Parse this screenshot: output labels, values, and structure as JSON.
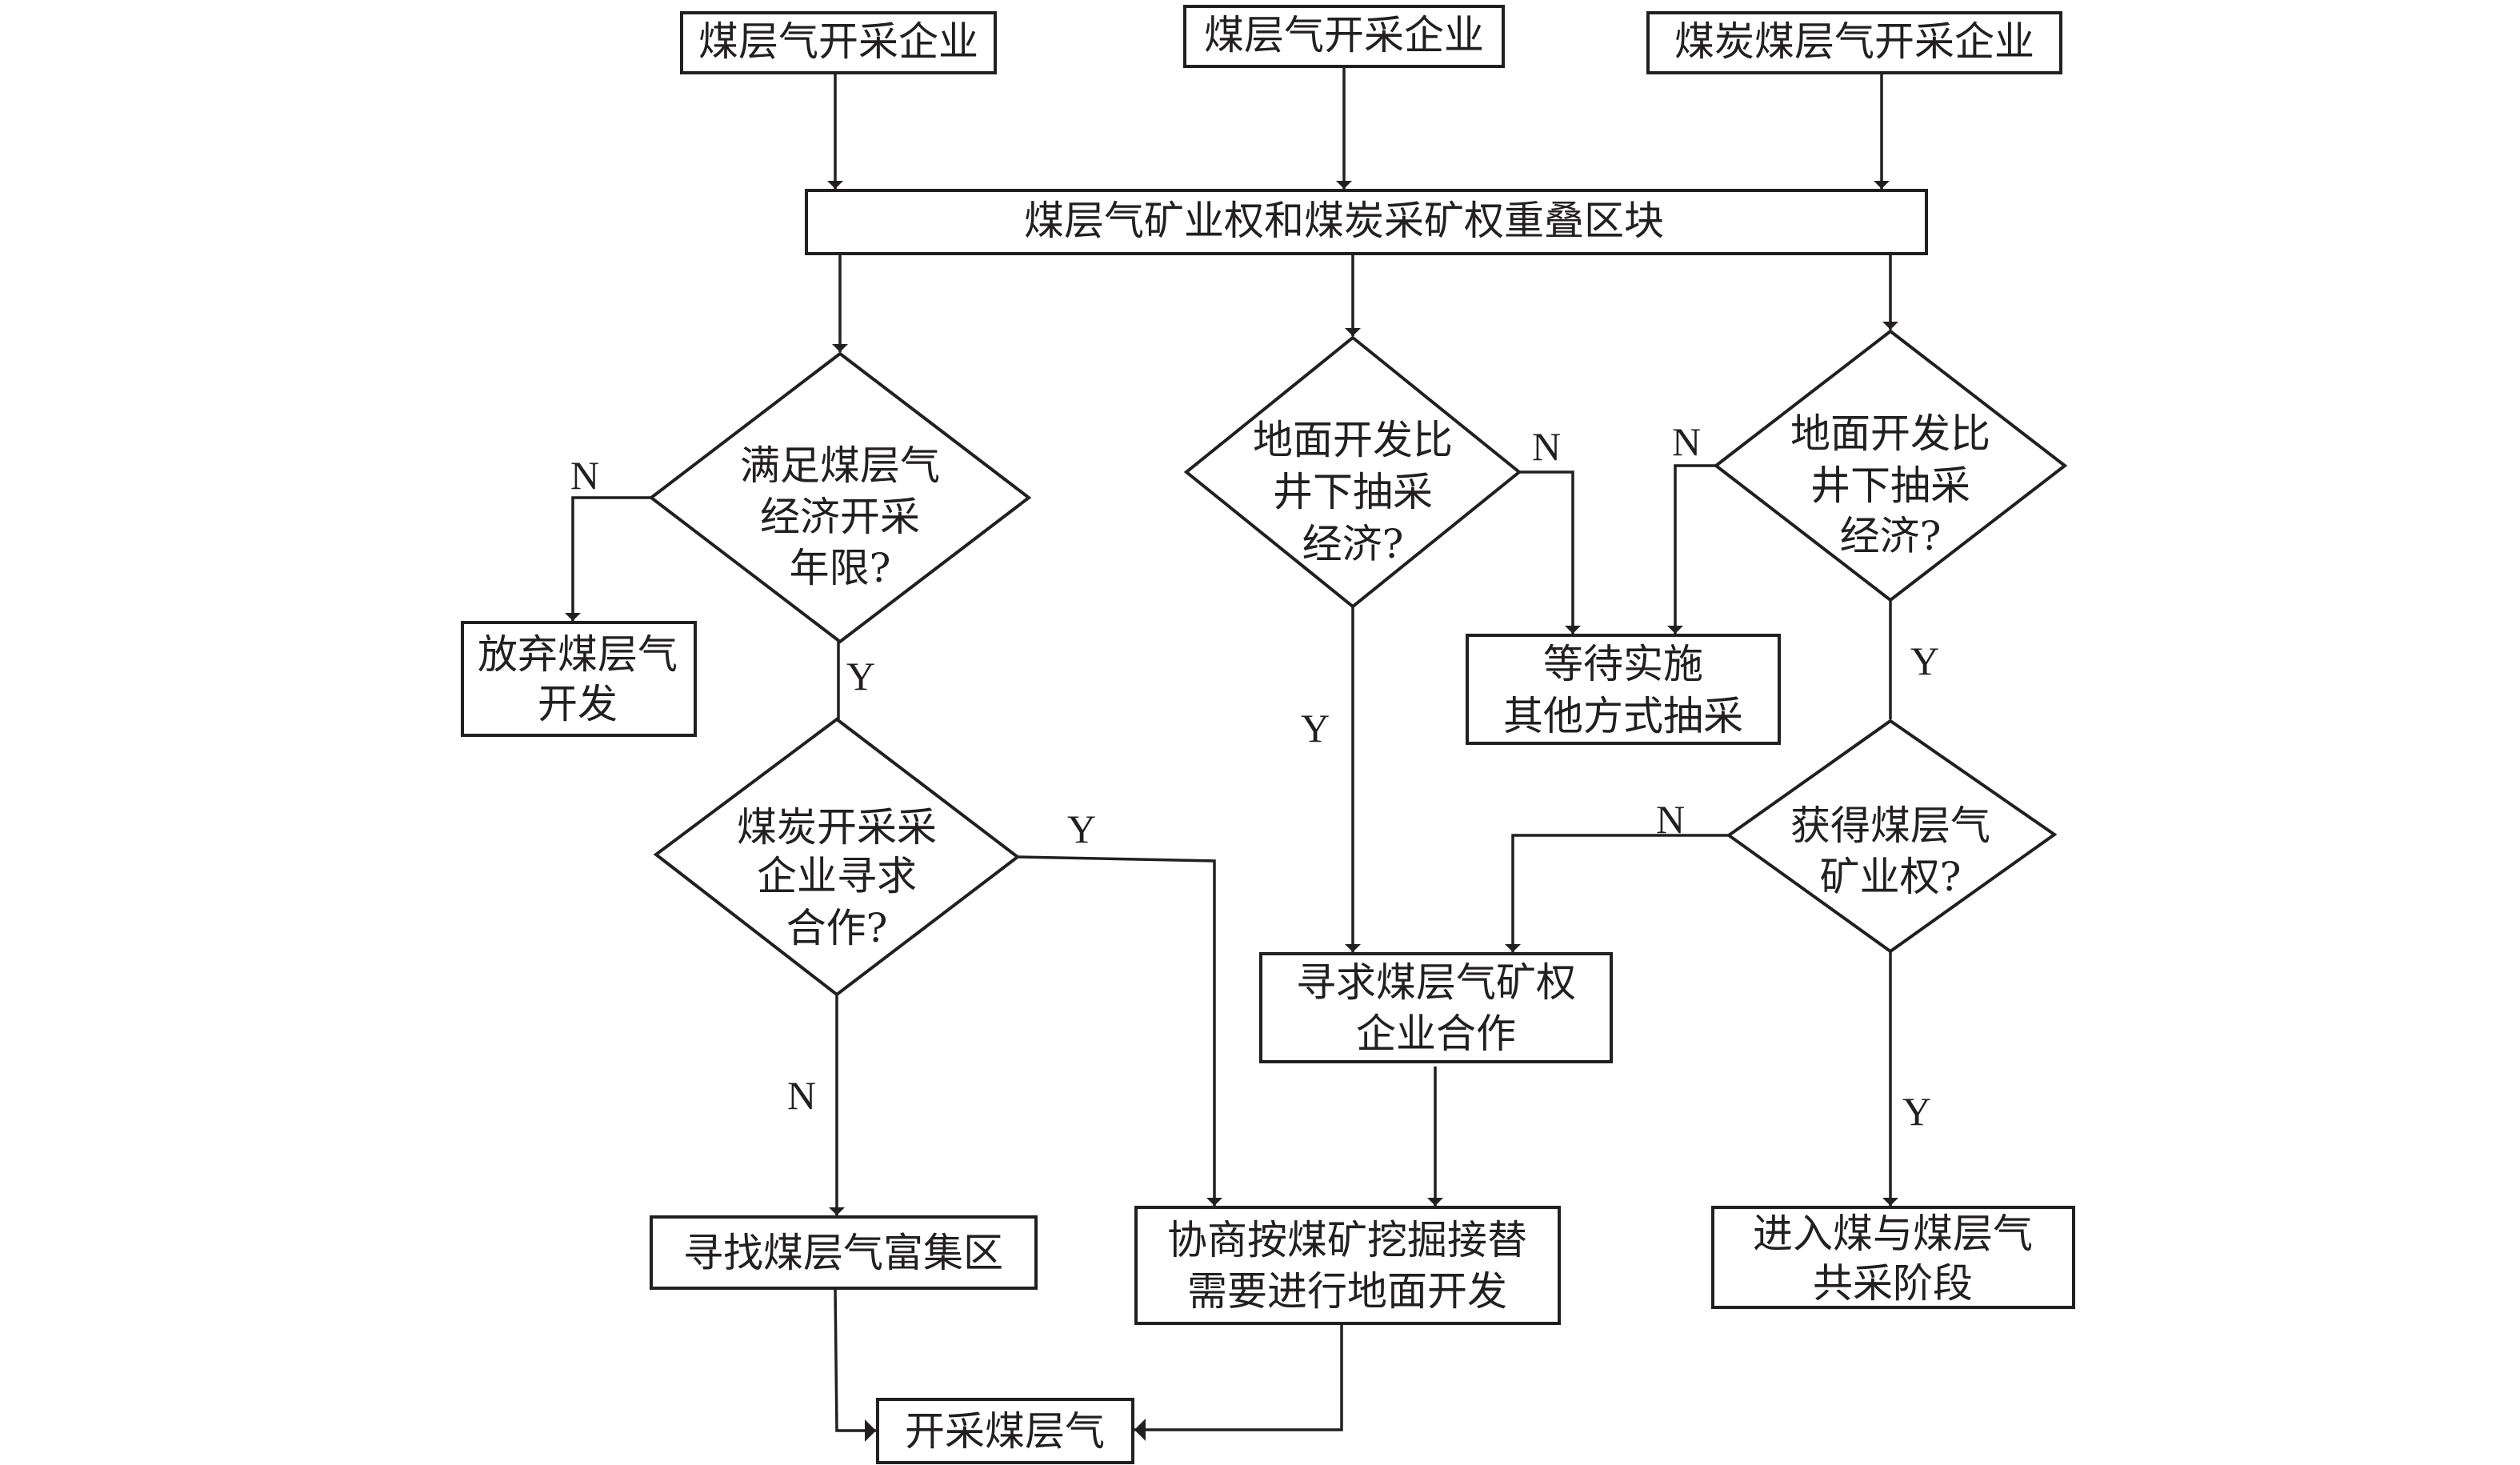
{
  "diagram": {
    "type": "flowchart",
    "colors": {
      "line": "#231f20",
      "background": "#ffffff"
    },
    "nodes": {
      "src1": {
        "shape": "rect",
        "lines": [
          "煤层气开采企业"
        ]
      },
      "src2": {
        "shape": "rect",
        "lines": [
          "煤层气开采企业"
        ]
      },
      "src3": {
        "shape": "rect",
        "lines": [
          "煤炭煤层气开采企业"
        ]
      },
      "overlap": {
        "shape": "rect",
        "lines": [
          "煤层气矿业权和煤炭采矿权重叠区块"
        ]
      },
      "d1": {
        "shape": "diamond",
        "lines": [
          "满足煤层气",
          "经济开采",
          "年限?"
        ]
      },
      "abandon": {
        "shape": "rect",
        "lines": [
          "放弃煤层气",
          "开发"
        ]
      },
      "d2": {
        "shape": "diamond",
        "lines": [
          "煤炭开采采",
          "企业寻求",
          "合作?"
        ]
      },
      "d3": {
        "shape": "diamond",
        "lines": [
          "地面开发比",
          "井下抽采",
          "经济?"
        ]
      },
      "wait": {
        "shape": "rect",
        "lines": [
          "等待实施",
          "其他方式抽采"
        ]
      },
      "d4": {
        "shape": "diamond",
        "lines": [
          "地面开发比",
          "井下抽采",
          "经济?"
        ]
      },
      "d5": {
        "shape": "diamond",
        "lines": [
          "获得煤层气",
          "矿业权?"
        ]
      },
      "seek": {
        "shape": "rect",
        "lines": [
          "寻求煤层气矿权",
          "企业合作"
        ]
      },
      "find": {
        "shape": "rect",
        "lines": [
          "寻找煤层气富集区"
        ]
      },
      "negotiate": {
        "shape": "rect",
        "lines": [
          "协商按煤矿挖掘接替",
          "需要进行地面开发"
        ]
      },
      "cojoint": {
        "shape": "rect",
        "lines": [
          "进入煤与煤层气",
          "共采阶段"
        ]
      },
      "mine": {
        "shape": "rect",
        "lines": [
          "开采煤层气"
        ]
      }
    },
    "edges": [
      {
        "from": "src1",
        "to": "overlap",
        "label": ""
      },
      {
        "from": "src2",
        "to": "overlap",
        "label": ""
      },
      {
        "from": "src3",
        "to": "overlap",
        "label": ""
      },
      {
        "from": "overlap",
        "to": "d1",
        "label": ""
      },
      {
        "from": "overlap",
        "to": "d3",
        "label": ""
      },
      {
        "from": "overlap",
        "to": "d4",
        "label": ""
      },
      {
        "from": "d1",
        "to": "abandon",
        "label": "N"
      },
      {
        "from": "d1",
        "to": "d2",
        "label": "Y"
      },
      {
        "from": "d2",
        "to": "negotiate",
        "label": "Y"
      },
      {
        "from": "d2",
        "to": "find",
        "label": "N"
      },
      {
        "from": "d3",
        "to": "wait",
        "label": "N"
      },
      {
        "from": "d3",
        "to": "seek",
        "label": "Y"
      },
      {
        "from": "d4",
        "to": "wait",
        "label": "N"
      },
      {
        "from": "d4",
        "to": "d5",
        "label": "Y"
      },
      {
        "from": "d5",
        "to": "seek",
        "label": "N"
      },
      {
        "from": "d5",
        "to": "cojoint",
        "label": "Y"
      },
      {
        "from": "seek",
        "to": "negotiate",
        "label": ""
      },
      {
        "from": "find",
        "to": "mine",
        "label": ""
      },
      {
        "from": "negotiate",
        "to": "mine",
        "label": ""
      }
    ],
    "branch_labels": {
      "yes": "Y",
      "no": "N"
    }
  }
}
